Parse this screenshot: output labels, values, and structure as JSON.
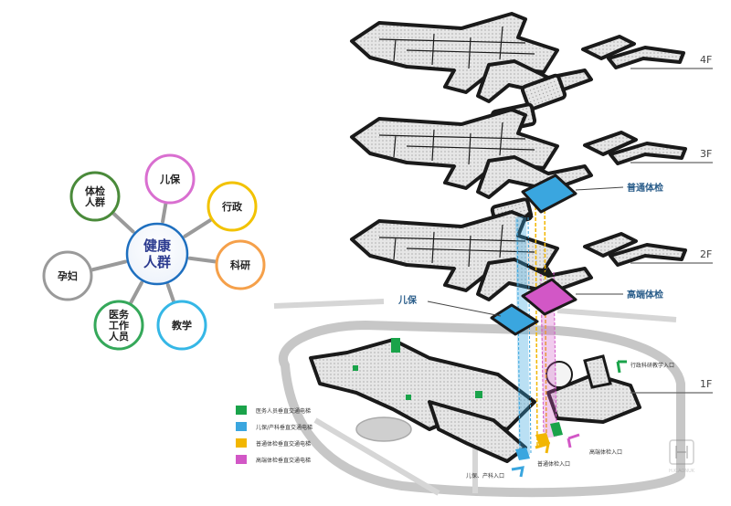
{
  "colors": {
    "green": "#1aa34a",
    "blue": "#3aa6df",
    "yellow": "#f2b600",
    "magenta": "#d257c6",
    "center_ring": "#1e6fbf",
    "floor_fill": "#e8e8e8",
    "floor_stroke": "#1a1a1a"
  },
  "hub": {
    "center": {
      "lines": [
        "健康",
        "人群"
      ],
      "color": "#1e6fbf"
    },
    "nodes": [
      {
        "id": "erbao",
        "lines": [
          "儿保"
        ],
        "color": "#d96fd0"
      },
      {
        "id": "xingzheng",
        "lines": [
          "行政"
        ],
        "color": "#f2c200"
      },
      {
        "id": "keyan",
        "lines": [
          "科研"
        ],
        "color": "#f5a04a"
      },
      {
        "id": "jiaoxue",
        "lines": [
          "教学"
        ],
        "color": "#35b7e6"
      },
      {
        "id": "yiwu",
        "lines": [
          "医务",
          "工作",
          "人员"
        ],
        "color": "#35a85a"
      },
      {
        "id": "yunfu",
        "lines": [
          "孕妇"
        ],
        "color": "#9a9a9a"
      },
      {
        "id": "tijian",
        "lines": [
          "体检",
          "人群"
        ],
        "color": "#4a8a3a"
      }
    ]
  },
  "floors": [
    "4F",
    "3F",
    "2F",
    "1F"
  ],
  "tags": {
    "putong": "普通体检",
    "gaoduan": "高端体检",
    "erbao": "儿保"
  },
  "legend": [
    {
      "color": "#1aa34a",
      "label": "医务人员垂直交通电梯"
    },
    {
      "color": "#3aa6df",
      "label": "儿保/产科垂直交通电梯"
    },
    {
      "color": "#f2b600",
      "label": "普通体检垂直交通电梯"
    },
    {
      "color": "#d257c6",
      "label": "高端体检垂直交通电梯"
    }
  ],
  "entrances": {
    "xingzheng": "行政科研教学入口",
    "gaoduan": "高端体检入口",
    "putong": "普通体检入口",
    "erbao": "儿保、产科入口"
  },
  "watermark": "H.K.AONUK"
}
